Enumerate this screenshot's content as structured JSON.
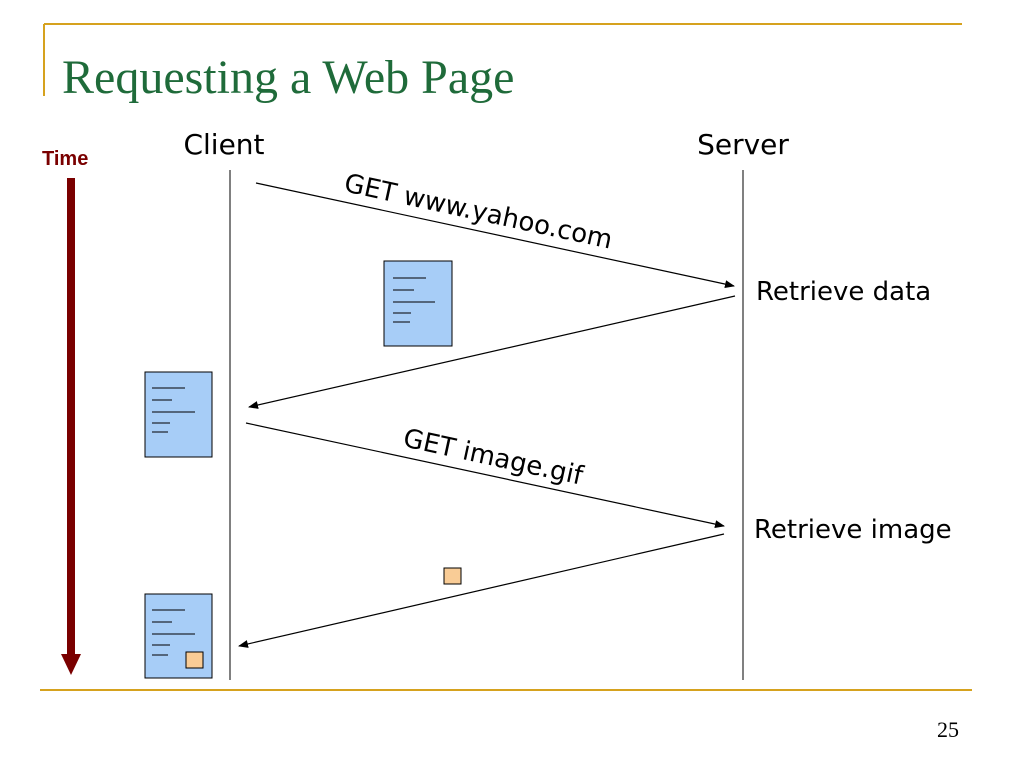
{
  "slide": {
    "title": "Requesting a Web Page",
    "page_number": "25"
  },
  "diagram": {
    "time_label": "Time",
    "client_label": "Client",
    "server_label": "Server",
    "messages": [
      {
        "label": "GET www.yahoo.com",
        "direction": "client-to-server"
      },
      {
        "label": "",
        "direction": "server-to-client",
        "payload": "document"
      },
      {
        "label": "GET image.gif",
        "direction": "client-to-server"
      },
      {
        "label": "",
        "direction": "server-to-client",
        "payload": "image"
      }
    ],
    "server_actions": [
      "Retrieve data",
      "Retrieve image"
    ]
  },
  "colors": {
    "title": "#1f6b3a",
    "accent_rule": "#d6a21e",
    "time_arrow": "#7a0000",
    "document_fill": "#a7cdf7",
    "image_fill": "#f9cc96",
    "text": "#000000"
  }
}
